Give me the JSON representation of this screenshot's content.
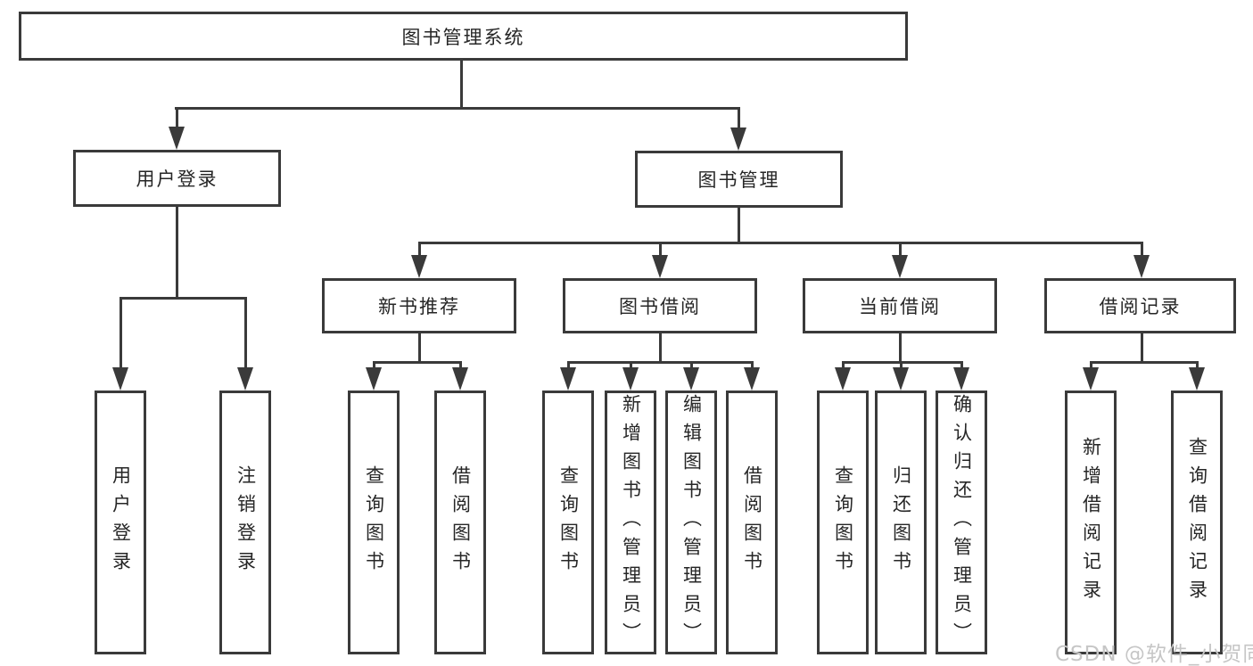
{
  "diagram_title": "图书管理系统",
  "tree": {
    "root": {
      "label": "图书管理系统"
    },
    "children": [
      {
        "label": "用户登录",
        "children": [
          {
            "label": "用户登录"
          },
          {
            "label": "注销登录"
          }
        ]
      },
      {
        "label": "图书管理",
        "children": [
          {
            "label": "新书推荐",
            "children": [
              {
                "label": "查询图书"
              },
              {
                "label": "借阅图书"
              }
            ]
          },
          {
            "label": "图书借阅",
            "children": [
              {
                "label": "查询图书"
              },
              {
                "label": "新增图书（管理员）"
              },
              {
                "label": "编辑图书（管理员）"
              },
              {
                "label": "借阅图书"
              }
            ]
          },
          {
            "label": "当前借阅",
            "children": [
              {
                "label": "查询图书"
              },
              {
                "label": "归还图书"
              },
              {
                "label": "确认归还（管理员）"
              }
            ]
          },
          {
            "label": "借阅记录",
            "children": [
              {
                "label": "新增借阅记录"
              },
              {
                "label": "查询借阅记录"
              }
            ]
          }
        ]
      }
    ]
  },
  "watermark": {
    "text": "CSDN @软件_小贺同学"
  },
  "colors": {
    "line": "#3a3a3a",
    "box_border": "#3a3a3a",
    "box_fill": "#ffffff",
    "text": "#262626",
    "watermark": "#c6c6c6",
    "background": "#ffffff"
  }
}
